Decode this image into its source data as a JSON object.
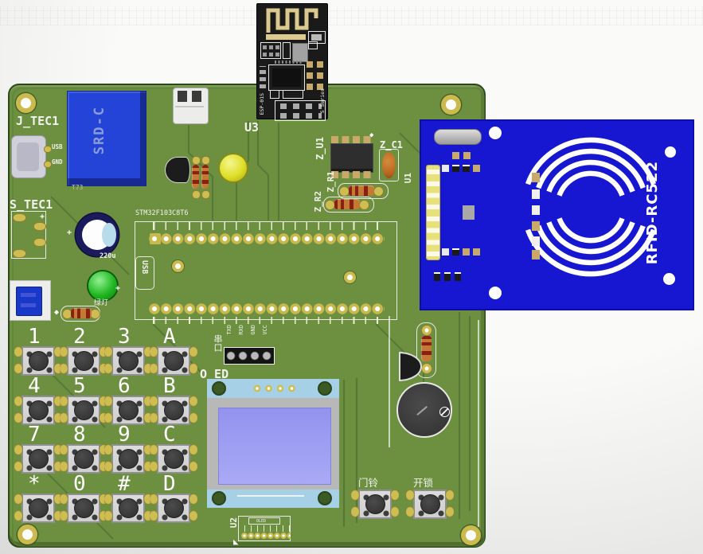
{
  "board": {
    "mcu_label": "STM32F103C8T6",
    "usb_socket_label": "USB",
    "refs": {
      "relay_conn": "J_TEC1",
      "screw_conn": "S_TEC1",
      "esp": "U3",
      "rfid": "U1",
      "oled_conn": "U2",
      "oled_silk": "O_ED",
      "z_ic": "Z_U1",
      "z_cap": "Z_C1",
      "z_res1": "Z_R1",
      "z_res2": "Z_R2"
    },
    "relay": {
      "marking": "SRD-C",
      "footprint": "T73"
    },
    "usb_c_pins": {
      "top": "USB",
      "bottom": "GND"
    },
    "cap_value": "220u",
    "green_led_label": "绿灯",
    "serial": {
      "label": "串口",
      "pins": [
        "TXD",
        "RXD",
        "GND",
        "VCC"
      ]
    },
    "keypad_keys": [
      [
        "1",
        "2",
        "3",
        "A"
      ],
      [
        "4",
        "5",
        "6",
        "B"
      ],
      [
        "7",
        "8",
        "9",
        "C"
      ],
      [
        "*",
        "0",
        "#",
        "D"
      ]
    ],
    "bell_button_label": "门铃",
    "unlock_button_label": "开锁",
    "oled_footprint_label": "OLED",
    "plus_mark": "+",
    "diamond_mark": "◆",
    "triangle_mark": "◣"
  },
  "esp_module": {
    "ref": "U3",
    "name_left": "ESP-01S",
    "name_right": "S Series"
  },
  "rfid_module": {
    "name": "RFID-RC522"
  }
}
